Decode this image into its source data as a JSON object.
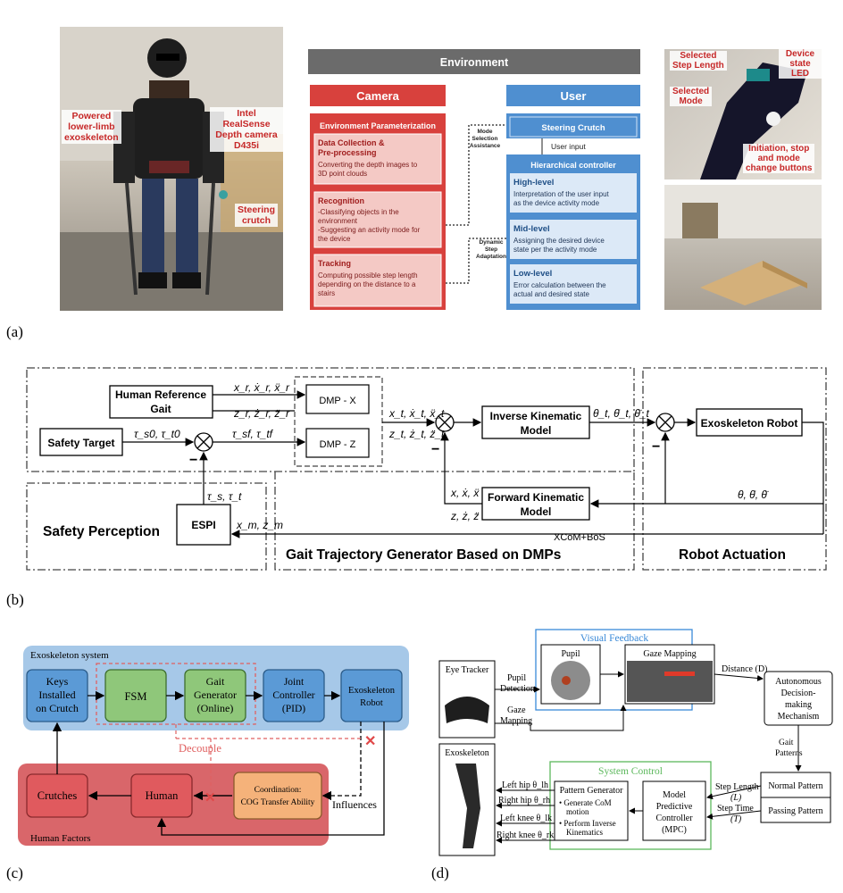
{
  "panel_a": {
    "label": "(a)",
    "photo_left": {
      "ann_exo": [
        "Powered",
        "lower-limb",
        "exoskeleton"
      ],
      "ann_camera": [
        "Intel RealSense",
        "Depth camera",
        "D435i"
      ],
      "ann_crutch": [
        "Steering",
        "crutch"
      ]
    },
    "flow": {
      "environment": "Environment",
      "camera": "Camera",
      "user": "User",
      "env_param": "Environment Parameterization",
      "dc_title": [
        "Data Collection &",
        "Pre-processing"
      ],
      "dc_text": [
        "Converting the depth images to",
        "3D point clouds"
      ],
      "rec_title": "Recognition",
      "rec_text": [
        "-Classifying objects in the",
        "environment",
        "-Suggesting an activity mode for",
        "the device"
      ],
      "trk_title": "Tracking",
      "trk_text": [
        "Computing possible step length",
        "depending on the distance to a",
        "stairs"
      ],
      "mode_assist": [
        "Mode",
        "Selection",
        "Assistance"
      ],
      "dyn_step": [
        "Dynamic",
        "Step",
        "Adaptation"
      ],
      "steering": "Steering Crutch",
      "user_input": "User input",
      "hier": "Hierarchical controller",
      "high_title": "High-level",
      "high_text": [
        "Interpretation of the user input",
        "as the device activity mode"
      ],
      "mid_title": "Mid-level",
      "mid_text": [
        "Assigning the desired device",
        "state per the activity mode"
      ],
      "low_title": "Low-level",
      "low_text": [
        "Error calculation between the",
        "actual and desired state"
      ]
    },
    "photo_right": {
      "step_length": [
        "Selected",
        "Step Length"
      ],
      "led": [
        "Device",
        "state LED"
      ],
      "mode": [
        "Selected",
        "Mode"
      ],
      "buttons": [
        "Initiation, stop",
        "and mode",
        "change buttons"
      ]
    }
  },
  "panel_b": {
    "label": "(b)",
    "human_ref": [
      "Human Reference",
      "Gait"
    ],
    "safety_target": "Safety Target",
    "dmp_x": "DMP - X",
    "dmp_z": "DMP - Z",
    "inv_kin": [
      "Inverse Kinematic",
      "Model"
    ],
    "exo_robot": "Exoskeleton Robot",
    "fwd_kin": [
      "Forward Kinematic",
      "Model"
    ],
    "espi": "ESPI",
    "safety_perception": "Safety Perception",
    "gait_gen": "Gait Trajectory Generator Based on DMPs",
    "robot_act": "Robot Actuation",
    "xcom": "XCoM+BoS",
    "sym_xr": "x_r, ẋ_r, ẍ_r",
    "sym_zr": "z_r, ż_r, z̈_r",
    "sym_tau0": "τ_s0, τ_t0",
    "sym_tauf": "τ_sf, τ_tf",
    "sym_xt": "x_t, ẋ_t, ẍ_t",
    "sym_zt": "z_t, ż_t, z̈_t",
    "sym_theta_t": "θ_t, θ̇_t, θ̈_t",
    "sym_x": "x, ẋ, ẍ",
    "sym_z": "z, ż, z̈",
    "sym_theta": "θ, θ̇, θ̈",
    "sym_taus": "τ_s, τ_t",
    "sym_xm": "x_m, z_m"
  },
  "panel_c": {
    "label": "(c)",
    "exo_system": "Exoskeleton system",
    "keys": [
      "Keys",
      "Installed",
      "on Crutch"
    ],
    "fsm": "FSM",
    "gait": [
      "Gait",
      "Generator",
      "(Online)"
    ],
    "joint": [
      "Joint",
      "Controller",
      "(PID)"
    ],
    "exo_robot": [
      "Exoskeleton",
      "Robot"
    ],
    "decouple": "Decouple",
    "crutches": "Crutches",
    "human": "Human",
    "coord": [
      "Coordination:",
      "COG Transfer Ability"
    ],
    "influences": "Influences",
    "human_factors": "Human Factors"
  },
  "panel_d": {
    "label": "(d)",
    "eye_tracker": "Eye Tracker",
    "pupil_det": [
      "Pupil",
      "Detection"
    ],
    "gaze_map_lbl": [
      "Gaze",
      "Mapping"
    ],
    "visual_feedback": "Visual Feedback",
    "pupil": "Pupil",
    "gaze_mapping": "Gaze Mapping",
    "distance": "Distance (D)",
    "autonomous": [
      "Autonomous",
      "Decision-",
      "making",
      "Mechanism"
    ],
    "gait_patterns": [
      "Gait",
      "Patterns"
    ],
    "normal": "Normal Pattern",
    "passing": "Passing Pattern",
    "exoskeleton": "Exoskeleton",
    "system_control": "System Control",
    "pattern_gen": "Pattern Generator",
    "pg_items": [
      "• Generate CoM",
      "motion",
      "• Perform Inverse",
      "Kinematics"
    ],
    "mpc": [
      "Model",
      "Predictive",
      "Controller",
      "(MPC)"
    ],
    "step_length": "Step Length",
    "step_length_sym": "(L)",
    "step_time": "Step Time",
    "step_time_sym": "(T)",
    "left_hip": "Left hip θ_lh",
    "right_hip": "Right hip θ_rh",
    "left_knee": "Left knee θ_lk",
    "right_knee": "Right knee θ_rk"
  },
  "colors": {
    "red": "#d8413d",
    "blue": "#4f8fd0",
    "gray": "#6b6b6b",
    "exo_bg": "#a6c8e8",
    "human_bg": "#d9666a",
    "green_box": "#8fc77a",
    "orange_box": "#f5b27a"
  }
}
